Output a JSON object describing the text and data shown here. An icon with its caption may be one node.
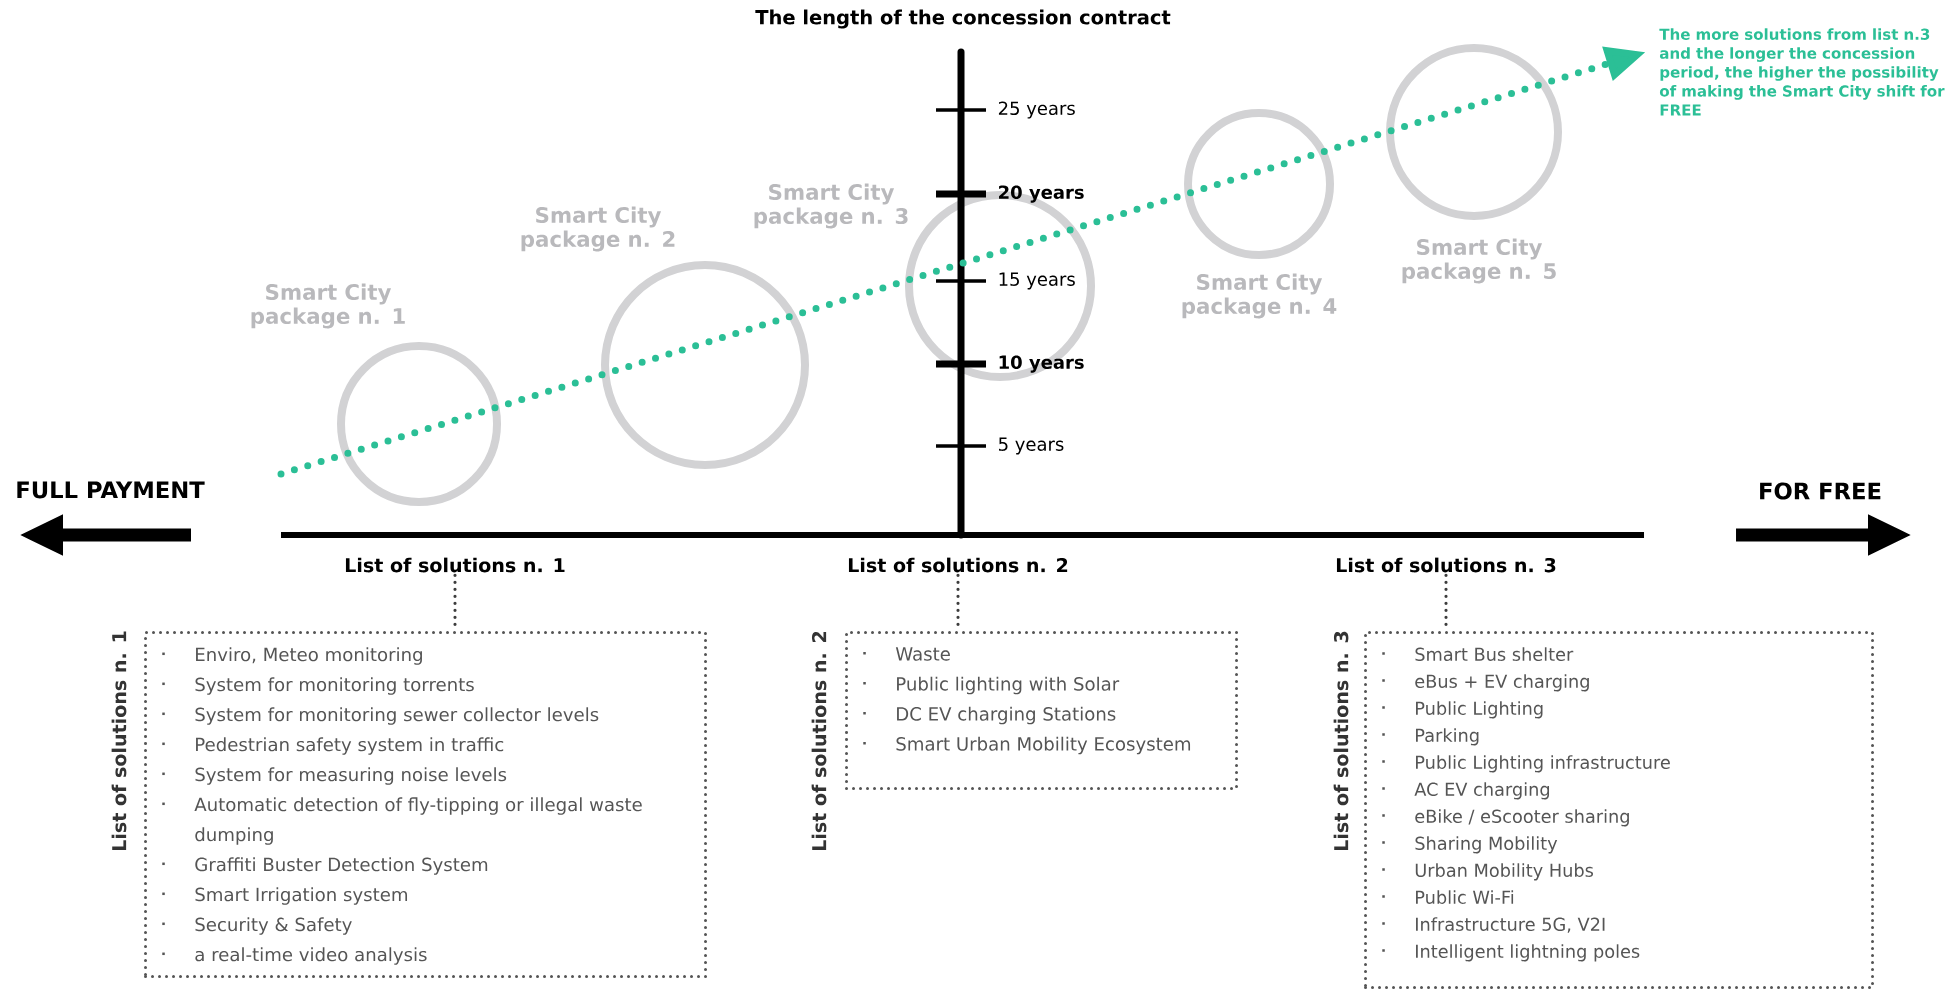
{
  "diagram": {
    "title": "The length of the concession contract",
    "nodes": [
      {
        "text": [
          "Smart City package n. 1"
        ]
      },
      {
        "text": [
          "Smart City package n. 2"
        ]
      },
      {
        "text": [
          "Smart City package n. 3"
        ]
      },
      {
        "text": [
          "Smart City package n. 4"
        ]
      },
      {
        "text": [
          "Smart City package n. 5"
        ]
      },
      {
        "text": [
          "The more solutions from list n.3 and the longer the concession period, the higher the possibility of making the Smart City shift for FREE"
        ]
      },
      {
        "text": [
          "List of solutions n. 1"
        ]
      },
      {
        "text": [
          "List of solutions n. 2"
        ]
      },
      {
        "text": [
          "List of solutions n. 3"
        ]
      },
      {
        "text": [
          "Enviro, Meteo monitoring",
          "System for monitoring torrents",
          "System for monitoring sewer collector levels",
          "Pedestrian safety system in traffic",
          "System for measuring noise levels",
          "Automatic detection of fly-tipping or illegal waste dumping",
          "Graffiti Buster Detection System",
          "Smart Irrigation system",
          "Security & Safety",
          "a real-time video analysis"
        ],
        "beside": [
          "List of solutions n. 1"
        ]
      },
      {
        "text": [
          "Waste",
          "Public lighting with Solar",
          "DC EV charging Stations",
          "Smart Urban Mobility Ecosystem"
        ],
        "beside": [
          "List of solutions n. 2"
        ]
      },
      {
        "text": [
          "Smart Bus shelter",
          "eBus + EV charging",
          "Public Lighting",
          "Parking",
          "Public Lighting infrastructure",
          "AC EV charging",
          "eBike / eScooter sharing",
          "Sharing Mobility",
          "Urban Mobility Hubs",
          "Public Wi-Fi",
          "Infrastructure 5G, V2I",
          "Intelligent lightning poles"
        ],
        "beside": [
          "List of solutions n. 3"
        ]
      }
    ],
    "edges": [
      {
        "from": 6,
        "to": 9,
        "arrow": "none",
        "style": "dashed"
      },
      {
        "from": 7,
        "to": 10,
        "arrow": "none",
        "style": "dashed"
      },
      {
        "from": 8,
        "to": 11,
        "arrow": "none",
        "style": "dashed"
      },
      {
        "from": null,
        "to": 5,
        "arrow": "to",
        "style": "dashed",
        "color": "#2bbf96"
      }
    ],
    "labels": [
      "FULL PAYMENT",
      "FOR FREE",
      "25 years",
      "20 years",
      "15 years",
      "10 years",
      "5 years"
    ]
  }
}
